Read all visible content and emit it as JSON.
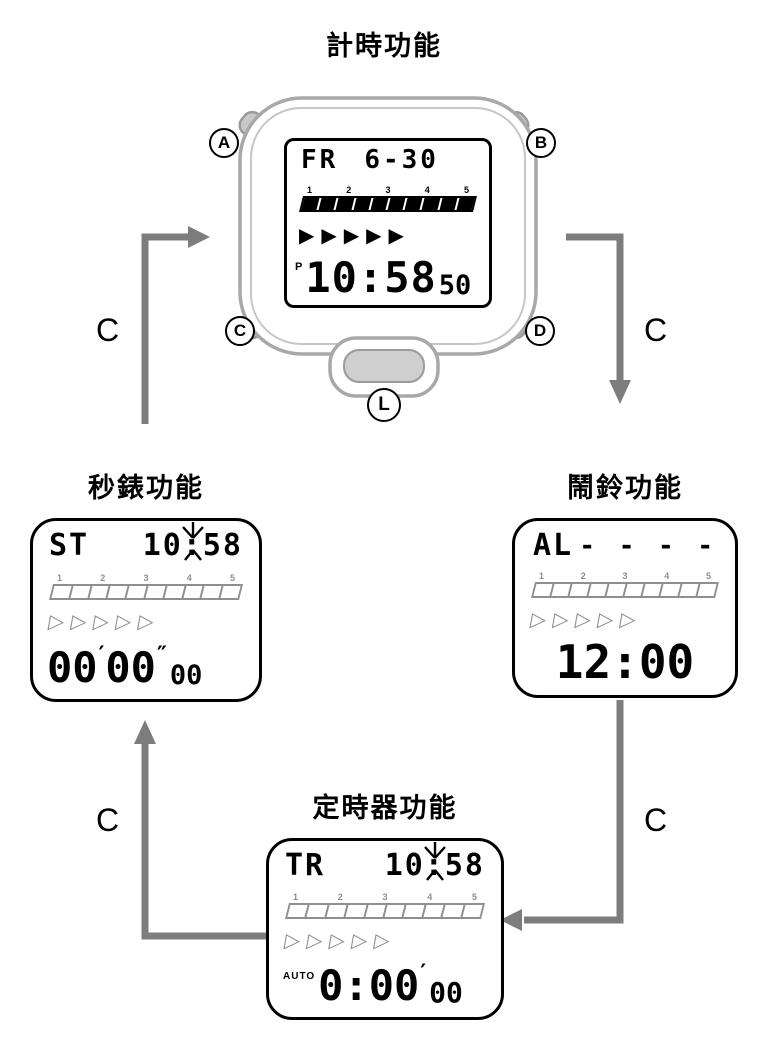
{
  "page": {
    "mode_button_label": "C"
  },
  "colors": {
    "lcd_dark": "#000000",
    "lcd_gray": "#8f8f8f",
    "arrow_gray": "#7d7d7d",
    "case_gray": "#a8a8a8",
    "button_gray": "#c8c8c8"
  },
  "timekeeping": {
    "title": "計時功能",
    "buttons": {
      "a": "A",
      "b": "B",
      "c": "C",
      "d": "D",
      "l": "L"
    },
    "lcd": {
      "day": "FR",
      "date": "6-30",
      "scale": [
        "1",
        "2",
        "3",
        "4",
        "5"
      ],
      "triangles": "▶▶▶▶▶",
      "pm": "P",
      "time": "10:58",
      "seconds": "50"
    }
  },
  "stopwatch": {
    "title": "秒錶功能",
    "lcd": {
      "mode": "ST",
      "time": "10:58",
      "scale": [
        "1",
        "2",
        "3",
        "4",
        "5"
      ],
      "triangles": "▷▷▷▷▷",
      "minutes": "00",
      "minute_mark": "′",
      "seconds": "00",
      "second_mark": "″",
      "hundredths": "00"
    }
  },
  "alarm": {
    "title": "鬧鈴功能",
    "lcd": {
      "mode": "AL",
      "value": "- - - -",
      "scale": [
        "1",
        "2",
        "3",
        "4",
        "5"
      ],
      "triangles": "▷▷▷▷▷",
      "time": "12:00"
    }
  },
  "timer": {
    "title": "定時器功能",
    "lcd": {
      "mode": "TR",
      "time": "10:58",
      "scale": [
        "1",
        "2",
        "3",
        "4",
        "5"
      ],
      "triangles": "▷▷▷▷▷",
      "auto_label": "AUTO",
      "main": "0:00",
      "minute_mark": "′",
      "seconds": "00"
    }
  }
}
